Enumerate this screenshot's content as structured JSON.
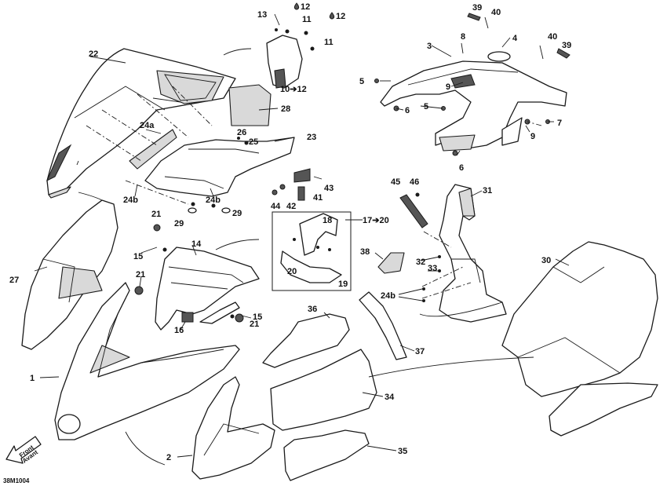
{
  "drawing_code": "38M1004",
  "front_label": {
    "line1": "Front",
    "line2": "Avant"
  },
  "callouts": {
    "c1": "1",
    "c2": "2",
    "c3": "3",
    "c4": "4",
    "c5a": "5",
    "c5b": "5",
    "c6a": "6",
    "c6b": "6",
    "c7": "7",
    "c8": "8",
    "c9a": "9",
    "c9b": "9",
    "c10": "10",
    "c11a": "11",
    "c11b": "11",
    "c12a": "12",
    "c12b": "12",
    "c12c": "12",
    "c13": "13",
    "c14": "14",
    "c15a": "15",
    "c15b": "15",
    "c16": "16",
    "c17": "17",
    "c18": "18",
    "c19": "19",
    "c20a": "20",
    "c20b": "20",
    "c21a": "21",
    "c21b": "21",
    "c21c": "21",
    "c22": "22",
    "c23": "23",
    "c24a": "24a",
    "c24b1": "24b",
    "c24b2": "24b",
    "c24b3": "24b",
    "c25": "25",
    "c26": "26",
    "c27": "27",
    "c28": "28",
    "c29a": "29",
    "c29b": "29",
    "c30": "30",
    "c31": "31",
    "c32": "32",
    "c33": "33",
    "c34": "34",
    "c35": "35",
    "c36": "36",
    "c37": "37",
    "c38": "38",
    "c39a": "39",
    "c39b": "39",
    "c40a": "40",
    "c40b": "40",
    "c41": "41",
    "c42": "42",
    "c43": "43",
    "c44": "44",
    "c45": "45",
    "c46": "46"
  },
  "range_arrow": "➔",
  "drop_icon": "drop-icon"
}
